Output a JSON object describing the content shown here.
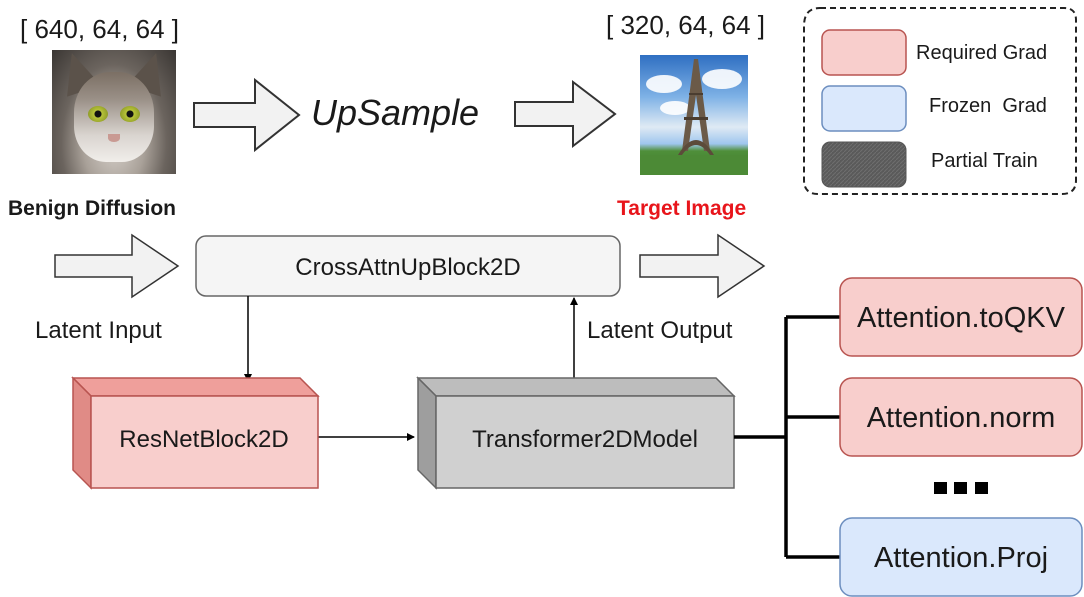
{
  "top": {
    "left_shape": "[ 640, 64, 64 ]",
    "right_shape": "[ 320, 64, 64 ]",
    "upsample_label": "UpSample",
    "benign_label": "Benign Diffusion",
    "target_label": "Target Image"
  },
  "legend": {
    "required": "Required Grad",
    "frozen": "Frozen  Grad",
    "partial": "Partial Train"
  },
  "flow": {
    "cross_block": "CrossAttnUpBlock2D",
    "latent_input": "Latent Input",
    "latent_output": "Latent Output",
    "resnet": "ResNetBlock2D",
    "transformer": "Transformer2DModel"
  },
  "modules": {
    "to_qkv": "Attention.toQKV",
    "norm": "Attention.norm",
    "proj": "Attention.Proj"
  },
  "colors": {
    "required_fill": "#f8cecc",
    "required_stroke": "#b85450",
    "frozen_fill": "#dae8fc",
    "frozen_stroke": "#6c8ebf",
    "partial_fill": "#d0d0d0",
    "partial_stroke": "#666666",
    "target_red": "#e8151b"
  }
}
